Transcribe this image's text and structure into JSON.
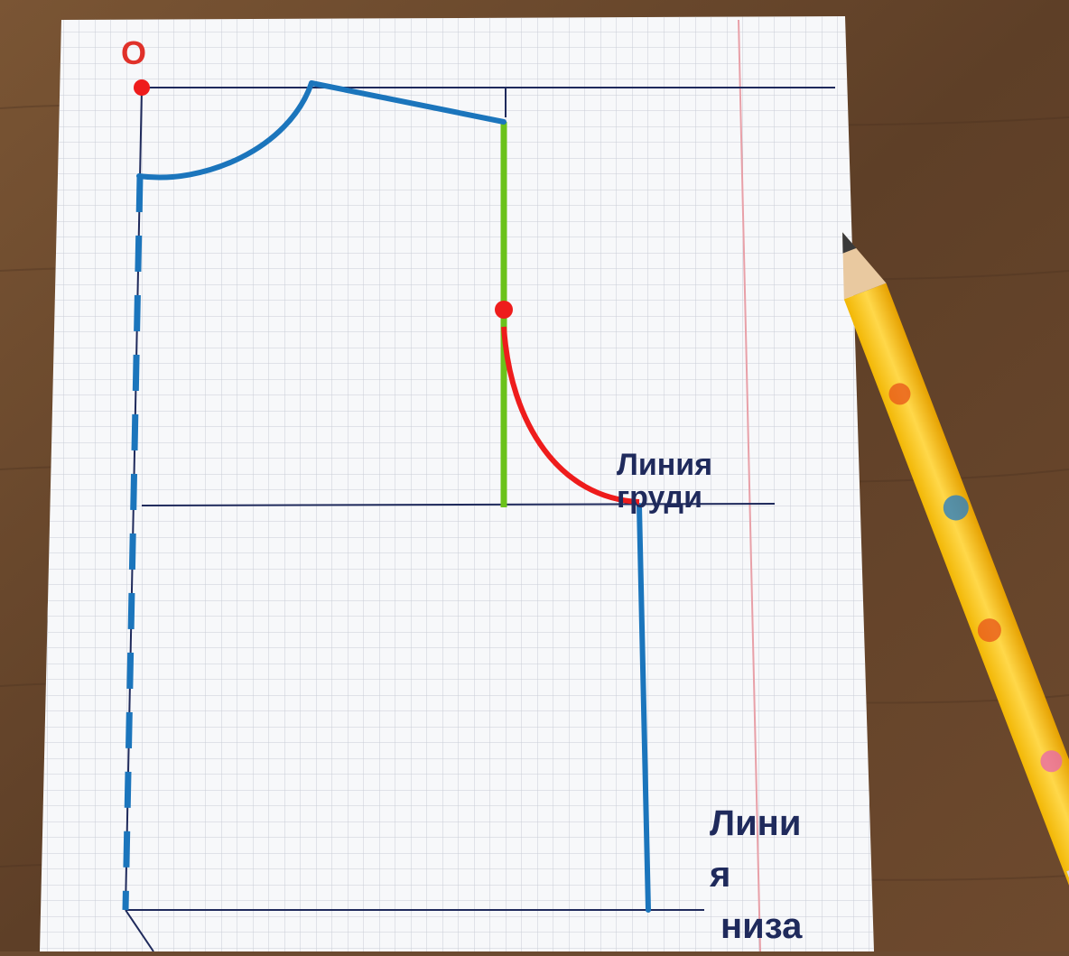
{
  "labels": {
    "origin_point": "О",
    "bust_line": "Линия\nгруди",
    "hem_line_1": "Лини",
    "hem_line_2": "я",
    "hem_line_3": "низа"
  },
  "colors": {
    "construction_line": "#1f2a5c",
    "pattern_outline": "#1b75bc",
    "armhole_curve": "#ee1c1c",
    "side_guide": "#6bc21b",
    "point_marker": "#ee1c1c",
    "paper": "#f7f8fa",
    "grid": "#c9cdd6",
    "margin_line": "#e8a0a8"
  }
}
